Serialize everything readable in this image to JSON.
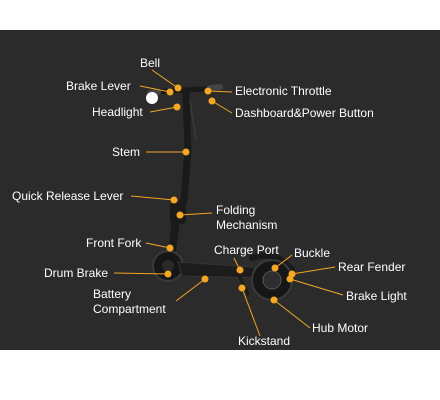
{
  "diagram": {
    "labels": {
      "bell": "Bell",
      "brake_lever": "Brake Lever",
      "electronic_throttle": "Electronic Throttle",
      "headlight": "Headlight",
      "dashboard_power_button": "Dashboard&Power Button",
      "stem": "Stem",
      "quick_release_lever": "Quick Release Lever",
      "folding_mechanism_line1": "Folding",
      "folding_mechanism_line2": "Mechanism",
      "front_fork": "Front Fork",
      "charge_port": "Charge Port",
      "buckle": "Buckle",
      "rear_fender": "Rear Fender",
      "drum_brake": "Drum Brake",
      "brake_light": "Brake Light",
      "battery_compartment_line1": "Battery",
      "battery_compartment_line2": "Compartment",
      "hub_motor": "Hub Motor",
      "kickstand": "Kickstand"
    },
    "colors": {
      "background": "#2b2b2b",
      "marker": "#f5a623",
      "text": "#ffffff",
      "scooter": "#1a1a1a"
    }
  }
}
